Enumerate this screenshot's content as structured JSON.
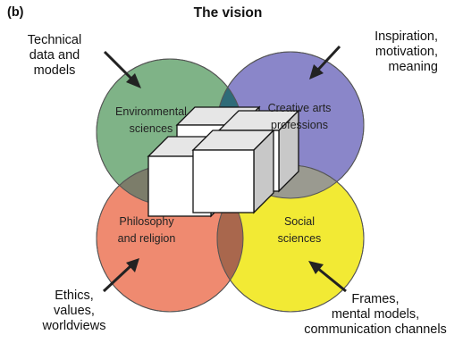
{
  "panel_label": "(b)",
  "title": "The vision",
  "corners": {
    "top_left": [
      "Technical",
      "data and",
      "models"
    ],
    "top_right": [
      "Inspiration,",
      "motivation,",
      "meaning"
    ],
    "bottom_left": [
      "Ethics,",
      "values,",
      "worldviews"
    ],
    "bottom_right": [
      "Frames,",
      "mental models,",
      "communication channels"
    ]
  },
  "circles": {
    "top_left": {
      "lines": [
        "Environmental",
        "sciences"
      ],
      "color": "#7fb387"
    },
    "top_right": {
      "lines": [
        "Creative arts",
        "professions"
      ],
      "color": "#8a86c9"
    },
    "bottom_left": {
      "lines": [
        "Philosophy",
        "and religion"
      ],
      "color": "#ef8a70"
    },
    "bottom_right": {
      "lines": [
        "Social",
        "sciences"
      ],
      "color": "#f2ea34"
    }
  },
  "colors": {
    "overlap_top": "#2f6b78",
    "overlap_left": "#7c7d6a",
    "overlap_right": "#9a9a90",
    "overlap_bottom": "#a9674d",
    "cube_face": "#ffffff",
    "cube_side": "#c8c8c8",
    "cube_top": "#e6e6e6"
  }
}
